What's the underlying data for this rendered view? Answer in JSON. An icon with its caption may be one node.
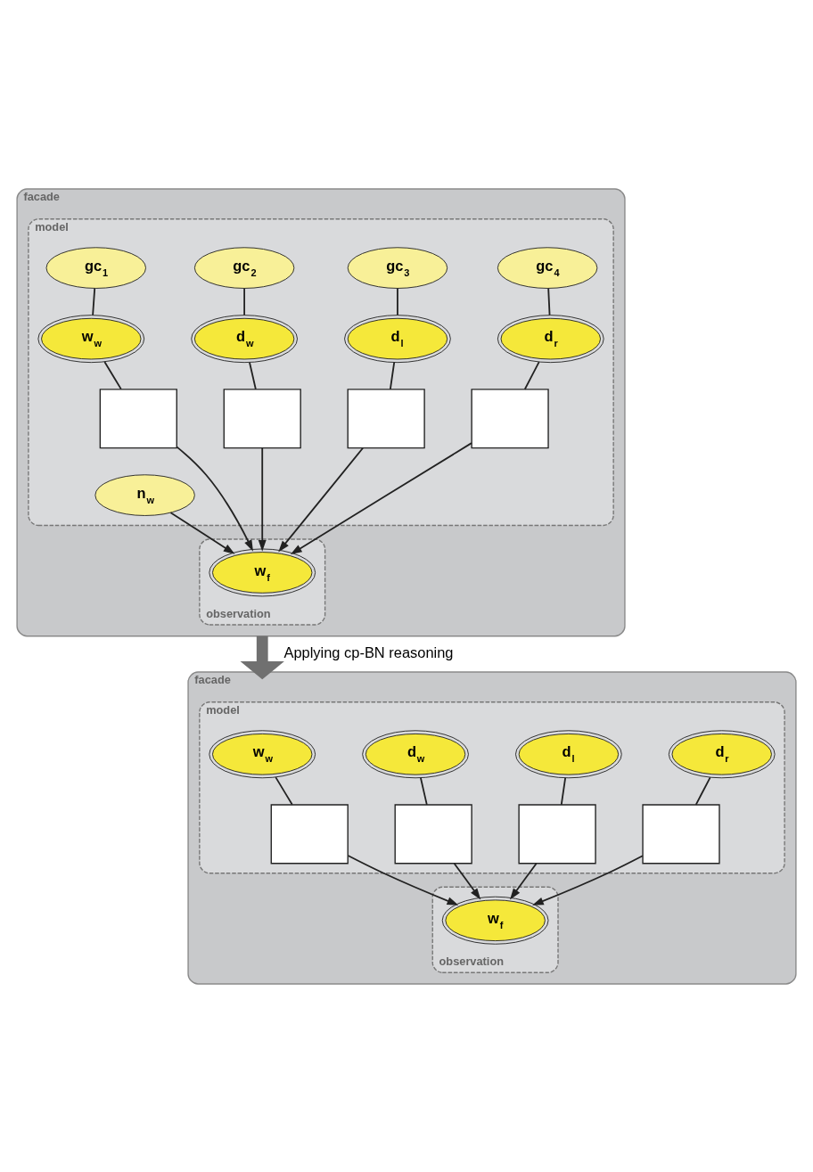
{
  "diagram": {
    "nodes": [
      {
        "text": [
          "facade"
        ]
      },
      {
        "text": [
          "model"
        ],
        "in": 0
      },
      {
        "text": [
          "gc$_{1}$"
        ],
        "in": 1
      },
      {
        "text": [
          "gc$_{2}$"
        ],
        "in": 1
      },
      {
        "text": [
          "gc$_{3}$"
        ],
        "in": 1
      },
      {
        "text": [
          "gc$_{4}$"
        ],
        "in": 1
      },
      {
        "text": [
          "w$_{w}$"
        ],
        "in": 1
      },
      {
        "text": [
          "d$_{w}$"
        ],
        "in": 1
      },
      {
        "text": [
          "d$_{l}$"
        ],
        "in": 1
      },
      {
        "text": [
          "d$_{r}$"
        ],
        "in": 1
      },
      {
        "text": [],
        "shape": "box",
        "in": 1
      },
      {
        "text": [],
        "shape": "box",
        "in": 1
      },
      {
        "text": [],
        "shape": "box",
        "in": 1
      },
      {
        "text": [],
        "shape": "box",
        "in": 1
      },
      {
        "text": [
          "n$_{w}$"
        ],
        "in": 1
      },
      {
        "text": [
          "observation"
        ],
        "in": 0
      },
      {
        "text": [
          "w$_{f}$"
        ],
        "in": 15
      },
      {
        "text": [
          "facade"
        ]
      },
      {
        "text": [
          "model"
        ],
        "in": 17
      },
      {
        "text": [
          "w$_{w}$"
        ],
        "in": 18
      },
      {
        "text": [
          "d$_{w}$"
        ],
        "in": 18
      },
      {
        "text": [
          "d$_{l}$"
        ],
        "in": 18
      },
      {
        "text": [
          "d$_{r}$"
        ],
        "in": 18
      },
      {
        "text": [],
        "shape": "box",
        "in": 18
      },
      {
        "text": [],
        "shape": "box",
        "in": 18
      },
      {
        "text": [],
        "shape": "box",
        "in": 18
      },
      {
        "text": [],
        "shape": "box",
        "in": 18
      },
      {
        "text": [
          "observation"
        ],
        "in": 17
      },
      {
        "text": [
          "w$_{f}$"
        ],
        "in": 27
      }
    ],
    "edges": [
      {
        "from": 2,
        "to": 6,
        "arrow": "none"
      },
      {
        "from": 3,
        "to": 7,
        "arrow": "none"
      },
      {
        "from": 4,
        "to": 8,
        "arrow": "none"
      },
      {
        "from": 5,
        "to": 9,
        "arrow": "none"
      },
      {
        "from": 6,
        "to": 10,
        "arrow": "none"
      },
      {
        "from": 7,
        "to": 11,
        "arrow": "none"
      },
      {
        "from": 8,
        "to": 12,
        "arrow": "none"
      },
      {
        "from": 9,
        "to": 13,
        "arrow": "none"
      },
      {
        "from": 10,
        "to": 16,
        "arrow": "to"
      },
      {
        "from": 11,
        "to": 16,
        "arrow": "to"
      },
      {
        "from": 12,
        "to": 16,
        "arrow": "to"
      },
      {
        "from": 13,
        "to": 16,
        "arrow": "to"
      },
      {
        "from": 14,
        "to": 16,
        "arrow": "to"
      },
      {
        "from": 0,
        "to": 17,
        "arrow": "to",
        "label": "Applying cp-BN reasoning",
        "style": "thick",
        "color": "#707070"
      },
      {
        "from": 19,
        "to": 23,
        "arrow": "none"
      },
      {
        "from": 20,
        "to": 24,
        "arrow": "none"
      },
      {
        "from": 21,
        "to": 25,
        "arrow": "none"
      },
      {
        "from": 22,
        "to": 26,
        "arrow": "none"
      },
      {
        "from": 23,
        "to": 28,
        "arrow": "to"
      },
      {
        "from": 24,
        "to": 28,
        "arrow": "to"
      },
      {
        "from": 25,
        "to": 28,
        "arrow": "to"
      },
      {
        "from": 26,
        "to": 28,
        "arrow": "to"
      }
    ]
  }
}
